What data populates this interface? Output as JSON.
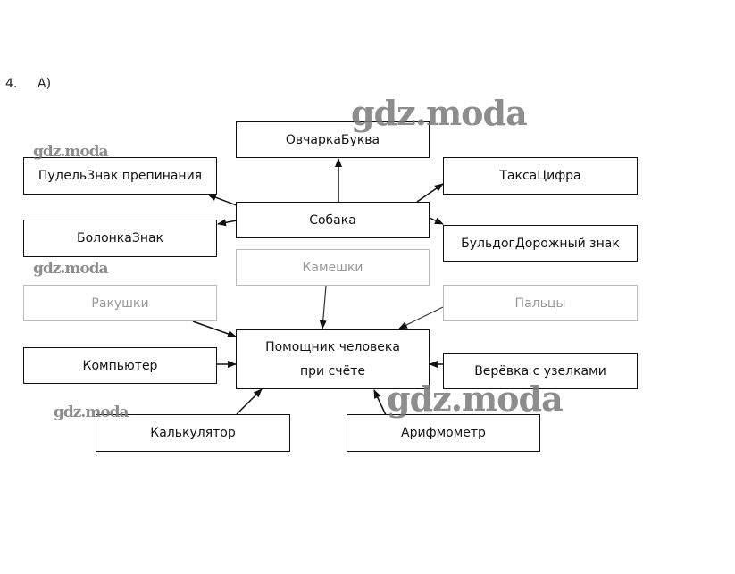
{
  "heading": {
    "number": "4.",
    "letter": "А)"
  },
  "nodes": {
    "ovcharka": "ОвчаркаБуква",
    "pudel": "ПудельЗнак препинания",
    "taksa": "ТаксаЦифра",
    "sobaka": "Собака",
    "bolonka": "БолонкаЗнак",
    "buldog": "БульдогДорожный знак",
    "kameshki": "Камешки",
    "rakushki": "Ракушки",
    "paltsy": "Пальцы",
    "pomoshnik_line1": "Помощник человека",
    "pomoshnik_line2": "при счёте",
    "kompyuter": "Компьютер",
    "verevka": "Верёвка с узелками",
    "kalkulyator": "Калькулятор",
    "arifmometr": "Арифмометр"
  },
  "watermarks": [
    "gdz.moda",
    "gdz.moda",
    "gdz.moda",
    "gdz.moda",
    "gdz.moda"
  ],
  "colors": {
    "line": "#111111",
    "faded": "#bbbbbb",
    "watermark": "#7a7a7a"
  }
}
